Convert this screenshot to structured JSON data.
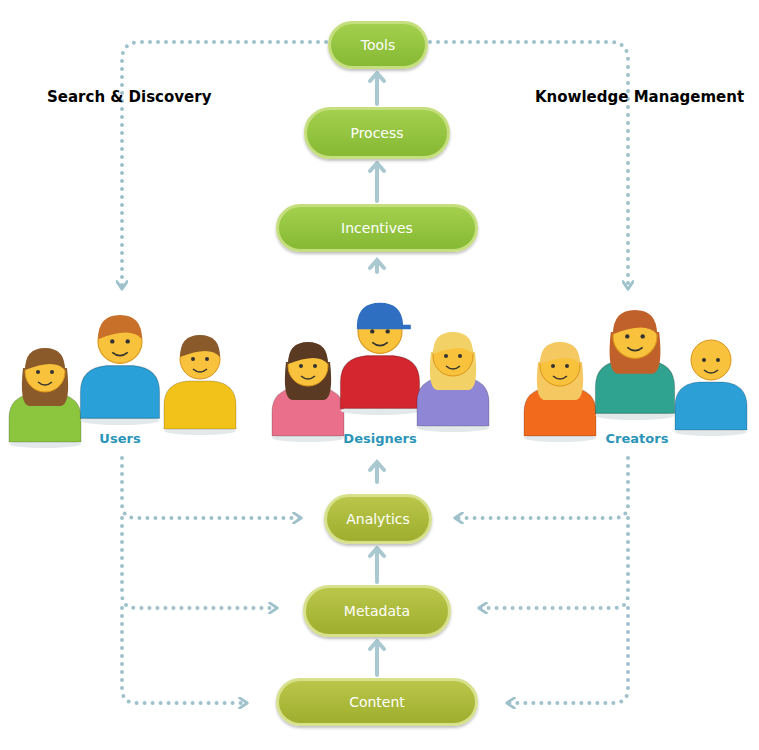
{
  "diagram": {
    "nodes": [
      {
        "text": [
          "Tools"
        ]
      },
      {
        "text": [
          "Process"
        ]
      },
      {
        "text": [
          "Incentives"
        ]
      },
      {
        "text": [
          "Analytics"
        ]
      },
      {
        "text": [
          "Metadata"
        ]
      },
      {
        "text": [
          "Content"
        ]
      }
    ],
    "edges": [
      {
        "from": 2,
        "to": 1,
        "arrow": "to"
      },
      {
        "from": 1,
        "to": 0,
        "arrow": "to"
      },
      {
        "from": 5,
        "to": 4,
        "arrow": "to"
      },
      {
        "from": 4,
        "to": 3,
        "arrow": "to"
      }
    ],
    "labels": [
      "Search & Discovery",
      "Knowledge Management",
      "Users",
      "Designers",
      "Creators"
    ]
  }
}
